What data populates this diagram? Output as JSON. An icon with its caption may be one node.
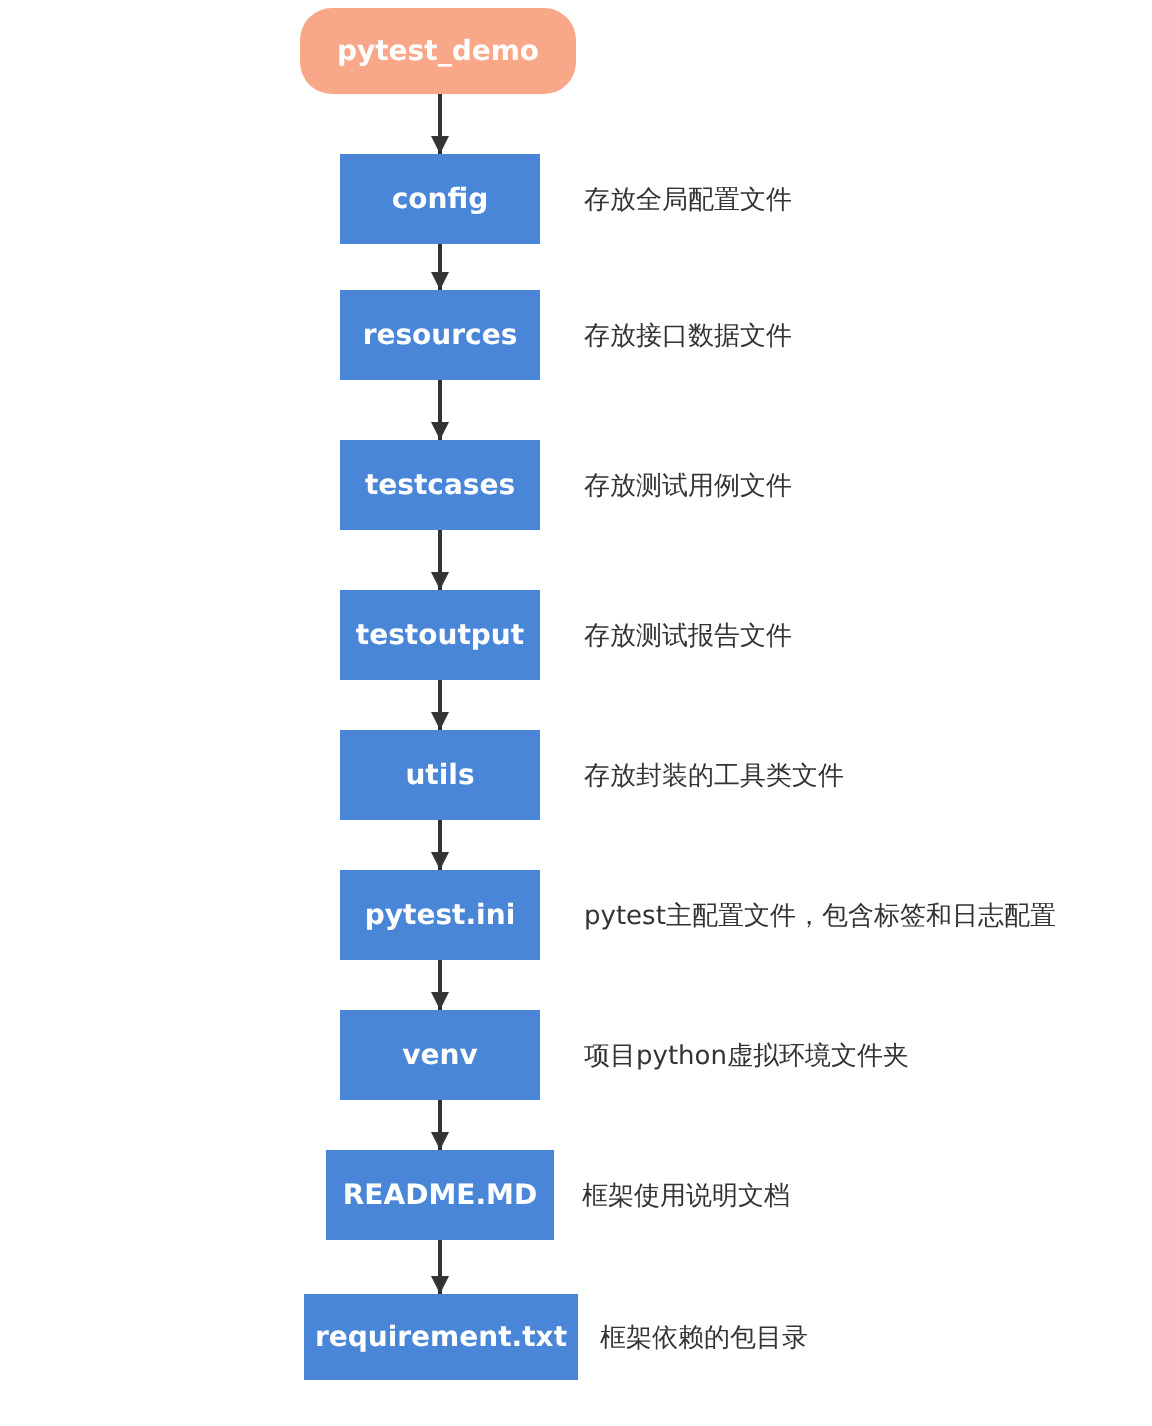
{
  "diagram": {
    "nodes": [
      {
        "text": [
          "pytest_demo"
        ]
      },
      {
        "text": [
          "config"
        ],
        "beside": [
          "存放全局配置文件"
        ]
      },
      {
        "text": [
          "resources"
        ],
        "beside": [
          "存放接口数据文件"
        ]
      },
      {
        "text": [
          "testcases"
        ],
        "beside": [
          "存放测试用例文件"
        ]
      },
      {
        "text": [
          "testoutput"
        ],
        "beside": [
          "存放测试报告文件"
        ]
      },
      {
        "text": [
          "utils"
        ],
        "beside": [
          "存放封装的工具类文件"
        ]
      },
      {
        "text": [
          "pytest.ini"
        ],
        "beside": [
          "pytest主配置文件，包含标签和日志配置"
        ]
      },
      {
        "text": [
          "venv"
        ],
        "beside": [
          "项目python虚拟环境文件夹"
        ]
      },
      {
        "text": [
          "README.MD"
        ],
        "beside": [
          "框架使用说明文档"
        ]
      },
      {
        "text": [
          "requirement.txt"
        ],
        "beside": [
          "框架依赖的包目录"
        ]
      }
    ],
    "edges": [
      {
        "from": 0,
        "to": 1,
        "arrow": "to"
      },
      {
        "from": 1,
        "to": 2,
        "arrow": "to"
      },
      {
        "from": 2,
        "to": 3,
        "arrow": "to"
      },
      {
        "from": 3,
        "to": 4,
        "arrow": "to"
      },
      {
        "from": 4,
        "to": 5,
        "arrow": "to"
      },
      {
        "from": 5,
        "to": 6,
        "arrow": "to"
      },
      {
        "from": 6,
        "to": 7,
        "arrow": "to"
      },
      {
        "from": 7,
        "to": 8,
        "arrow": "to"
      },
      {
        "from": 8,
        "to": 9,
        "arrow": "to"
      }
    ]
  }
}
